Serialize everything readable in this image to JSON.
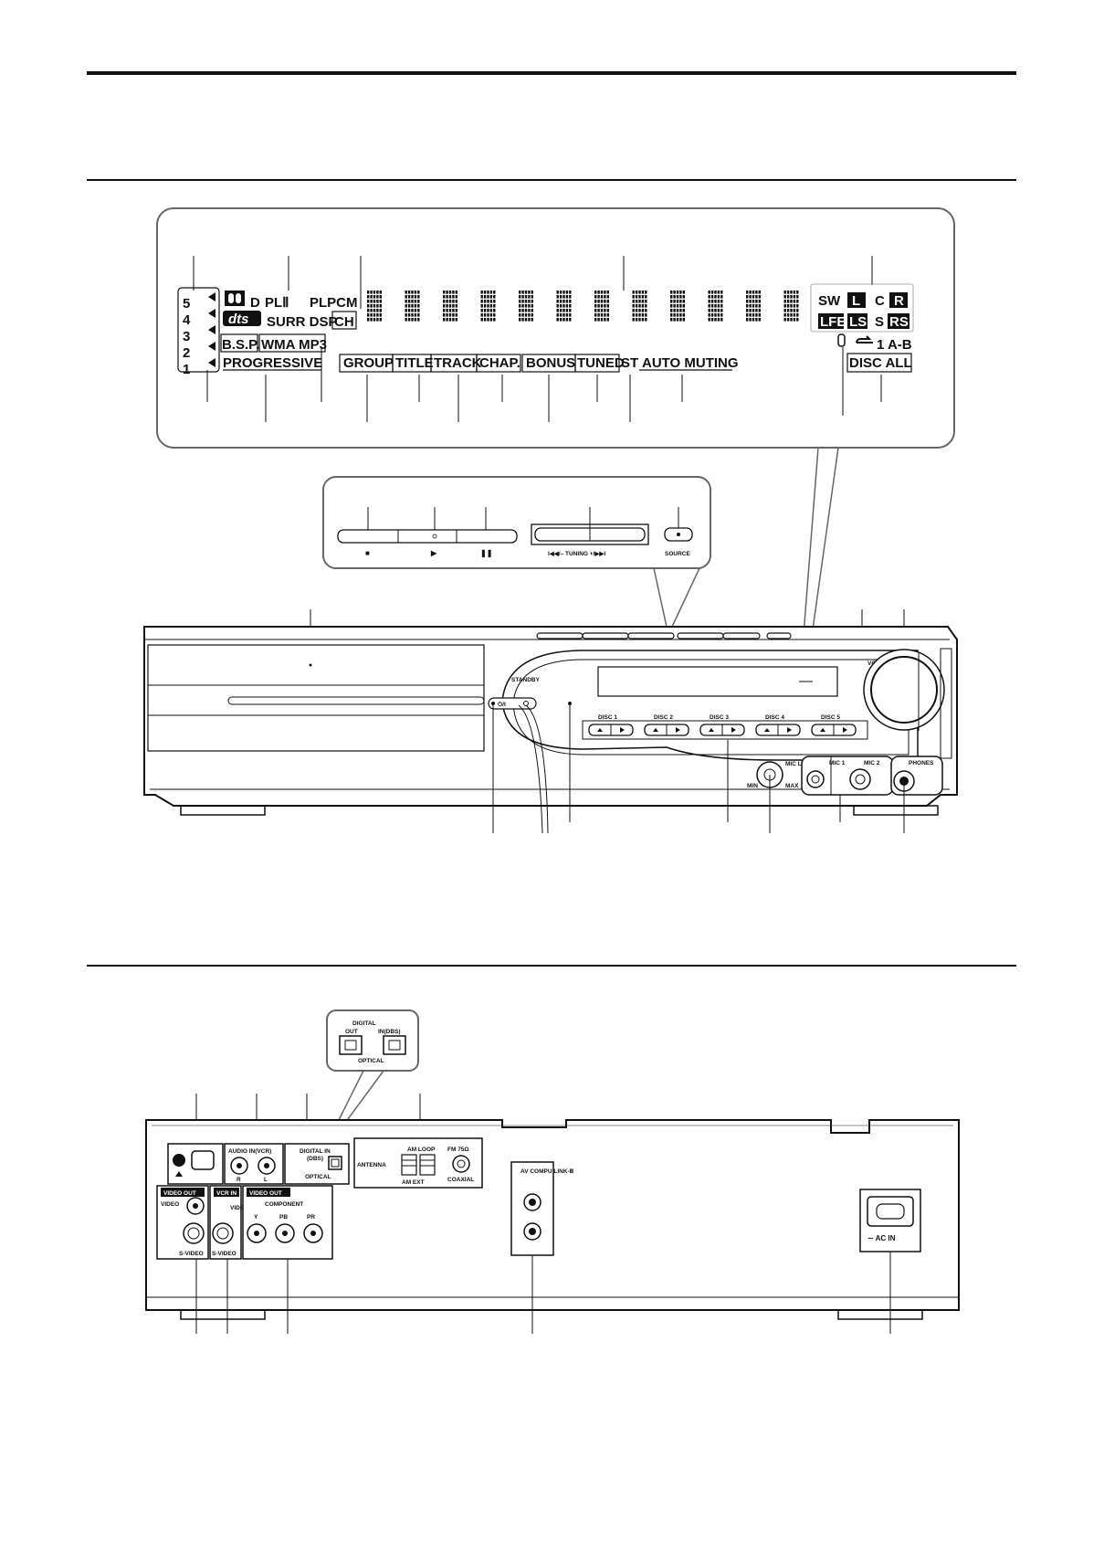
{
  "display": {
    "signal_levels": [
      "5",
      "4",
      "3",
      "2",
      "1"
    ],
    "indicators": {
      "d": "D",
      "pl2": "PLⅡ",
      "plpcm": "PLPCM",
      "dts": "dts",
      "surr_dsp": "SURR DSP",
      "ch": "CH",
      "bsp": "B.S.P.",
      "wma_mp3": "WMA MP3",
      "progressive": "PROGRESSIVE",
      "group": "GROUP",
      "title": "TITLE",
      "track": "TRACK",
      "chap": "CHAP.",
      "bonus": "BONUS",
      "tuned": "TUNED",
      "st": "ST",
      "auto_muting": "AUTO MUTING",
      "repeat": "1 A-B",
      "disc_all": "DISC ALL"
    },
    "speakers": [
      "SW",
      "L",
      "C",
      "R",
      "LFE",
      "LS",
      "S",
      "RS"
    ],
    "char_cells": 12
  },
  "top_panel": {
    "buttons": [
      {
        "symbol": "■"
      },
      {
        "symbol": "▶"
      },
      {
        "symbol": "❚❚"
      }
    ],
    "tuning_label": "I◀◀/– TUNING +/▶▶I",
    "source_label": "SOURCE"
  },
  "front": {
    "standby_label": "STANDBY",
    "power_label": "⏻/I",
    "volume_label": "VOLUME",
    "discs": [
      "DISC 1",
      "DISC 2",
      "DISC 3",
      "DISC 4",
      "DISC 5"
    ],
    "mic_level": "MIC LEVEL",
    "mic_min": "MIN",
    "mic_max": "MAX",
    "mic1": "MIC 1",
    "mic2": "MIC 2",
    "phones": "PHONES"
  },
  "rear": {
    "digital_zoom": {
      "digital": "DIGITAL",
      "out": "OUT",
      "in_dbs": "IN(DBS)",
      "optical": "OPTICAL"
    },
    "audio_in_vcr": "AUDIO IN(VCR)",
    "r": "R",
    "l": "L",
    "digital_in": "DIGITAL IN",
    "dbs": "(DBS)",
    "optical": "OPTICAL",
    "antenna": "ANTENNA",
    "am_loop": "AM LOOP",
    "am_ext": "AM EXT",
    "fm": "FM 75Ω",
    "coaxial": "COAXIAL",
    "av_compu": "AV COMPU LINK-Ⅲ",
    "video_out": "VIDEO OUT",
    "video": "VIDEO",
    "s_video": "S-VIDEO",
    "vcr_in": "VCR IN",
    "component_video_out": "VIDEO OUT",
    "component": "COMPONENT",
    "y": "Y",
    "pb": "PB",
    "pr": "PR",
    "ac_in": "∼ AC IN"
  }
}
